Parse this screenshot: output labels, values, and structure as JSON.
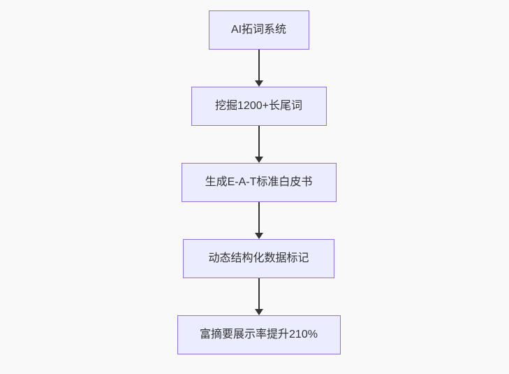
{
  "diagram": {
    "type": "flowchart",
    "direction": "top-down",
    "nodes": [
      {
        "id": "step-1",
        "label": "AI拓词系统"
      },
      {
        "id": "step-2",
        "label": "挖掘1200+长尾词"
      },
      {
        "id": "step-3",
        "label": "生成E-A-T标准白皮书"
      },
      {
        "id": "step-4",
        "label": "动态结构化数据标记"
      },
      {
        "id": "step-5",
        "label": "富摘要展示率提升210%"
      }
    ],
    "edges": [
      {
        "from": "step-1",
        "to": "step-2"
      },
      {
        "from": "step-2",
        "to": "step-3"
      },
      {
        "from": "step-3",
        "to": "step-4"
      },
      {
        "from": "step-4",
        "to": "step-5"
      }
    ],
    "colors": {
      "background": "#f9f9f9",
      "node_fill": "#ECECFF",
      "node_border": "#9370DB",
      "arrow": "#333333",
      "text": "#333333"
    }
  }
}
